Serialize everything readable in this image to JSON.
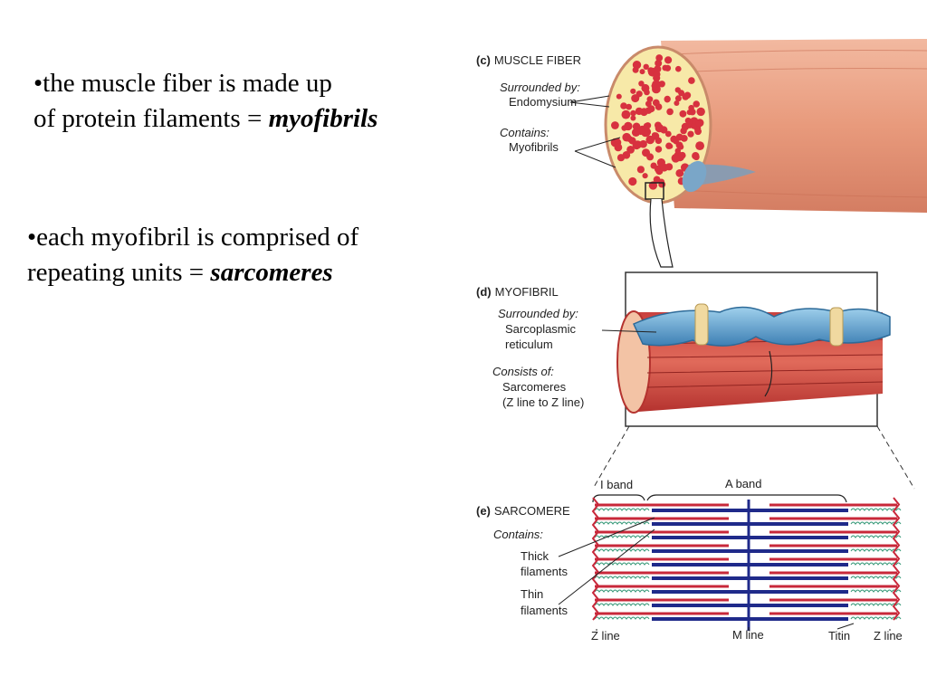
{
  "bullets": [
    {
      "line1": "•the muscle fiber is made up",
      "line2_prefix": "of protein filaments =  ",
      "term": "myofibrils"
    },
    {
      "line1": "•each myofibril is comprised of",
      "line2_prefix": "repeating units = ",
      "term": "sarcomeres"
    }
  ],
  "figure": {
    "muscle_fiber": {
      "tag": "(c)",
      "title": "MUSCLE FIBER",
      "surrounded_by_label": "Surrounded by:",
      "surrounded_by": "Endomysium",
      "contains_label": "Contains:",
      "contains": "Myofibrils"
    },
    "myofibril": {
      "tag": "(d)",
      "title": "MYOFIBRIL",
      "surrounded_by_label": "Surrounded by:",
      "surrounded_by_line1": "Sarcoplasmic",
      "surrounded_by_line2": "reticulum",
      "consists_label": "Consists of:",
      "consists_line1": "Sarcomeres",
      "consists_line2": "(Z line to Z line)"
    },
    "sarcomere": {
      "tag": "(e)",
      "title": "SARCOMERE",
      "contains_label": "Contains:",
      "thick_line1": "Thick",
      "thick_line2": "filaments",
      "thin_line1": "Thin",
      "thin_line2": "filaments",
      "i_band": "I band",
      "a_band": "A band",
      "z_line_left": "Z line",
      "m_line": "M line",
      "titin": "Titin",
      "z_line_right": "Z line"
    },
    "colors": {
      "fiber_skin": "#e8a184",
      "myofibril_red": "#d7313f",
      "reticulum_blue": "#5fa2d0",
      "thick_filament": "#1f2a8a",
      "thin_filament": "#c8283a",
      "titin_green": "#3a9a7a"
    }
  }
}
